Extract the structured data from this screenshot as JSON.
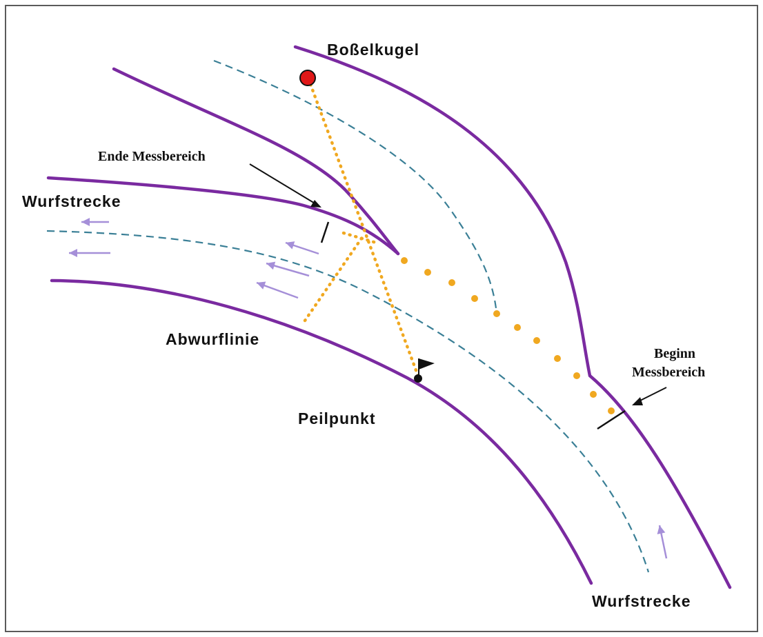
{
  "labels": {
    "ball": "Boßelkugel",
    "end_zone": "Ende Messbereich",
    "course_left": "Wurfstrecke",
    "throw_line": "Abwurflinie",
    "sight_point": "Peilpunkt",
    "begin_zone_line1": "Beginn",
    "begin_zone_line2": "Messbereich",
    "course_bottom": "Wurfstrecke"
  },
  "colors": {
    "road_edge": "#7a2aa0",
    "center_dash": "#3a7f96",
    "dotted_guide": "#f0a820",
    "ball": "#e01818",
    "flow_arrow": "#a58fd8",
    "ink": "#111111"
  },
  "icons": {
    "ball": "red-circle",
    "sight_point": "flag-icon",
    "flow": "arrow-icon"
  }
}
